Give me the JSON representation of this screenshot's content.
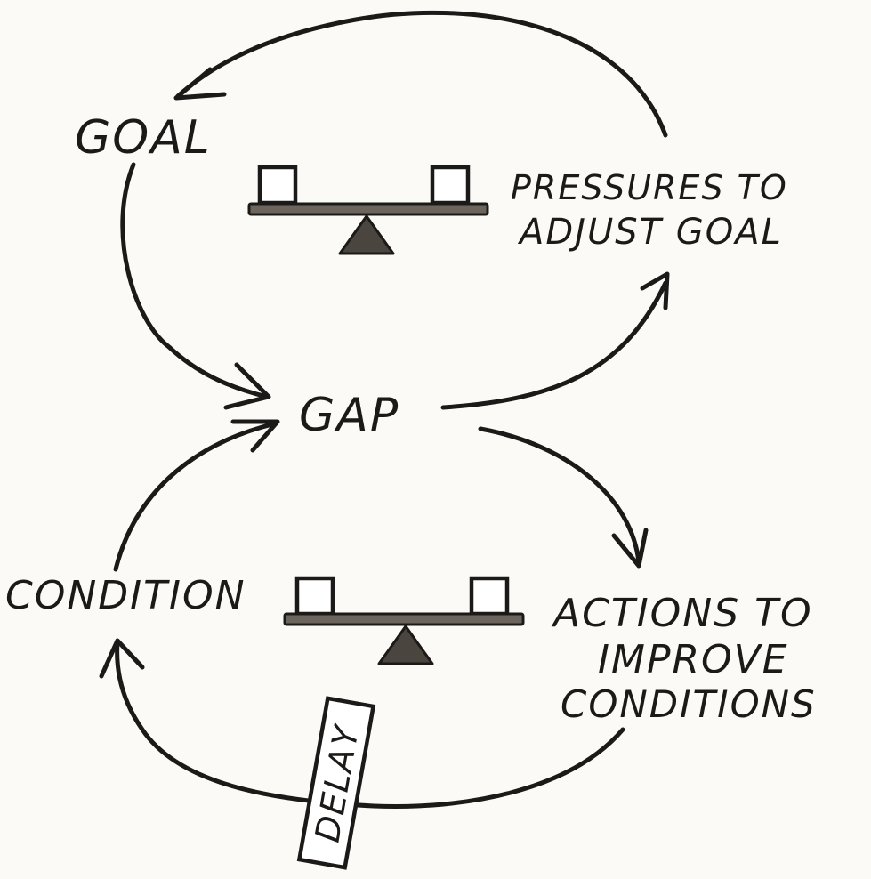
{
  "diagram": {
    "nodes": {
      "goal": "GOAL",
      "gap": "GAP",
      "pressures_line1": "PRESSURES TO",
      "pressures_line2": "ADJUST GOAL",
      "condition": "CONDITION",
      "actions_line1": "ACTIONS TO",
      "actions_line2": "IMPROVE",
      "actions_line3": "CONDITIONS"
    },
    "delay_label": "DELAY",
    "loops": [
      {
        "type": "balancing",
        "from": "GOAL",
        "via": [
          "GAP",
          "PRESSURES TO ADJUST GOAL"
        ],
        "icon": "balance-scale"
      },
      {
        "type": "balancing",
        "from": "GAP",
        "via": [
          "ACTIONS TO IMPROVE CONDITIONS",
          "CONDITION"
        ],
        "icon": "balance-scale",
        "delay": true
      }
    ],
    "colors": {
      "ink": "#1c1a18",
      "paper": "#fbfaf6"
    }
  }
}
